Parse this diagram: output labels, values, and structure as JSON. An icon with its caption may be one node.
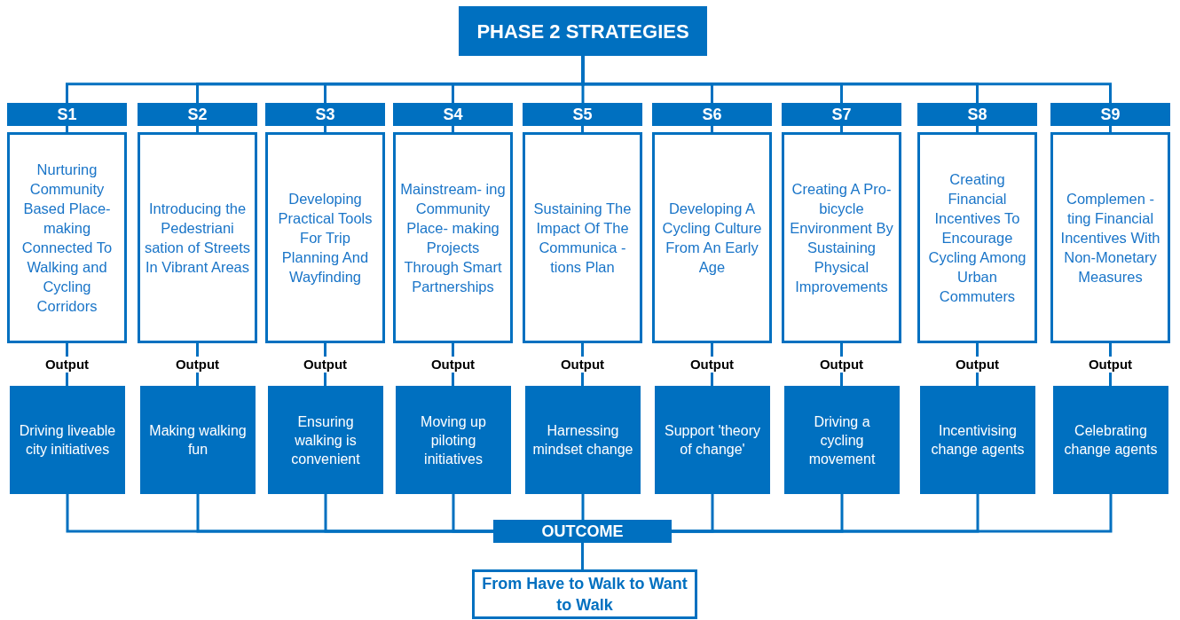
{
  "diagram": {
    "nodes": [
      {
        "text": [
          "PHASE 2 STRATEGIES"
        ]
      },
      {
        "text": [
          "S1"
        ]
      },
      {
        "text": [
          "Nurturing Community Based Place- making Connected To Walking and Cycling Corridors"
        ]
      },
      {
        "text": [
          "Driving liveable city initiatives"
        ]
      },
      {
        "text": [
          "S2"
        ]
      },
      {
        "text": [
          "Introducing the Pedestriani sation of Streets In Vibrant Areas"
        ]
      },
      {
        "text": [
          "Making walking fun"
        ]
      },
      {
        "text": [
          "S3"
        ]
      },
      {
        "text": [
          "Developing Practical Tools For Trip Planning And Wayfinding"
        ]
      },
      {
        "text": [
          "Ensuring walking is convenient"
        ]
      },
      {
        "text": [
          "S4"
        ]
      },
      {
        "text": [
          "Mainstream- ing Community Place- making Projects Through Smart Partnerships"
        ]
      },
      {
        "text": [
          "Moving up piloting initiatives"
        ]
      },
      {
        "text": [
          "S5"
        ]
      },
      {
        "text": [
          "Sustaining The Impact Of The Communica -tions Plan"
        ]
      },
      {
        "text": [
          "Harnessing mindset change"
        ]
      },
      {
        "text": [
          "S6"
        ]
      },
      {
        "text": [
          "Developing A Cycling Culture From An Early Age"
        ]
      },
      {
        "text": [
          "Support 'theory of change'"
        ]
      },
      {
        "text": [
          "S7"
        ]
      },
      {
        "text": [
          "Creating A Pro-bicycle Environment By Sustaining Physical Improvements"
        ]
      },
      {
        "text": [
          "Driving a cycling movement"
        ]
      },
      {
        "text": [
          "S8"
        ]
      },
      {
        "text": [
          "Creating Financial Incentives To Encourage Cycling Among Urban Commuters"
        ]
      },
      {
        "text": [
          "Incentivising change agents"
        ]
      },
      {
        "text": [
          "S9"
        ]
      },
      {
        "text": [
          "Complemen -ting Financial Incentives With Non-Monetary Measures"
        ]
      },
      {
        "text": [
          "Celebrating change agents"
        ]
      },
      {
        "text": [
          "OUTCOME"
        ]
      },
      {
        "text": [
          "From Have to Walk to Want to Walk"
        ]
      }
    ],
    "edges": [
      {
        "from": 0,
        "to": 1,
        "arrow": "none"
      },
      {
        "from": 0,
        "to": 4,
        "arrow": "none"
      },
      {
        "from": 0,
        "to": 7,
        "arrow": "none"
      },
      {
        "from": 0,
        "to": 10,
        "arrow": "none"
      },
      {
        "from": 0,
        "to": 13,
        "arrow": "none"
      },
      {
        "from": 0,
        "to": 16,
        "arrow": "none"
      },
      {
        "from": 0,
        "to": 19,
        "arrow": "none"
      },
      {
        "from": 0,
        "to": 22,
        "arrow": "none"
      },
      {
        "from": 0,
        "to": 25,
        "arrow": "none"
      },
      {
        "from": 1,
        "to": 2,
        "arrow": "none"
      },
      {
        "from": 4,
        "to": 5,
        "arrow": "none"
      },
      {
        "from": 7,
        "to": 8,
        "arrow": "none"
      },
      {
        "from": 10,
        "to": 11,
        "arrow": "none"
      },
      {
        "from": 13,
        "to": 14,
        "arrow": "none"
      },
      {
        "from": 16,
        "to": 17,
        "arrow": "none"
      },
      {
        "from": 19,
        "to": 20,
        "arrow": "none"
      },
      {
        "from": 22,
        "to": 23,
        "arrow": "none"
      },
      {
        "from": 25,
        "to": 26,
        "arrow": "none"
      },
      {
        "from": 2,
        "to": 3,
        "label": "Output",
        "arrow": "none"
      },
      {
        "from": 5,
        "to": 6,
        "label": "Output",
        "arrow": "none"
      },
      {
        "from": 8,
        "to": 9,
        "label": "Output",
        "arrow": "none"
      },
      {
        "from": 11,
        "to": 12,
        "label": "Output",
        "arrow": "none"
      },
      {
        "from": 14,
        "to": 15,
        "label": "Output",
        "arrow": "none"
      },
      {
        "from": 17,
        "to": 18,
        "label": "Output",
        "arrow": "none"
      },
      {
        "from": 20,
        "to": 21,
        "label": "Output",
        "arrow": "none"
      },
      {
        "from": 23,
        "to": 24,
        "label": "Output",
        "arrow": "none"
      },
      {
        "from": 26,
        "to": 27,
        "label": "Output",
        "arrow": "none"
      },
      {
        "from": 3,
        "to": 28,
        "arrow": "none"
      },
      {
        "from": 6,
        "to": 28,
        "arrow": "none"
      },
      {
        "from": 9,
        "to": 28,
        "arrow": "none"
      },
      {
        "from": 12,
        "to": 28,
        "arrow": "none"
      },
      {
        "from": 15,
        "to": 28,
        "arrow": "none"
      },
      {
        "from": 18,
        "to": 28,
        "arrow": "none"
      },
      {
        "from": 21,
        "to": 28,
        "arrow": "none"
      },
      {
        "from": 24,
        "to": 28,
        "arrow": "none"
      },
      {
        "from": 27,
        "to": 28,
        "arrow": "none"
      },
      {
        "from": 28,
        "to": 29,
        "arrow": "none"
      }
    ]
  }
}
